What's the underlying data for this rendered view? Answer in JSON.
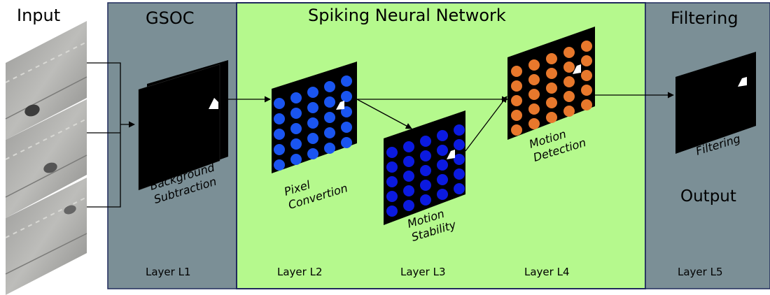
{
  "input": {
    "title": "Input"
  },
  "panels": {
    "gsoc": {
      "title": "GSOC",
      "color": "#7b8f96",
      "layer": "Layer L1"
    },
    "snn": {
      "title": "Spiking Neural Network",
      "color": "#b5f98d"
    },
    "filtering": {
      "title": "Filtering",
      "color": "#7b8f96",
      "layer": "Layer L5"
    }
  },
  "layers": {
    "l2": "Layer L2",
    "l3": "Layer L3",
    "l4": "Layer L4"
  },
  "stages": {
    "background": {
      "line1": "Background",
      "line2": "Subtraction"
    },
    "pixel": {
      "line1": "Pixel",
      "line2": "Convertion"
    },
    "stability": {
      "line1": "Motion",
      "line2": "Stability"
    },
    "detection": {
      "line1": "Motion",
      "line2": "Detection"
    },
    "filter": {
      "line1": "Filtering"
    }
  },
  "output": {
    "label": "Output"
  },
  "colors": {
    "border": "#1f2a5c",
    "neuron_blue": "#1a55f0",
    "neuron_dark_blue": "#0b1ae0",
    "neuron_orange": "#e8782c"
  }
}
